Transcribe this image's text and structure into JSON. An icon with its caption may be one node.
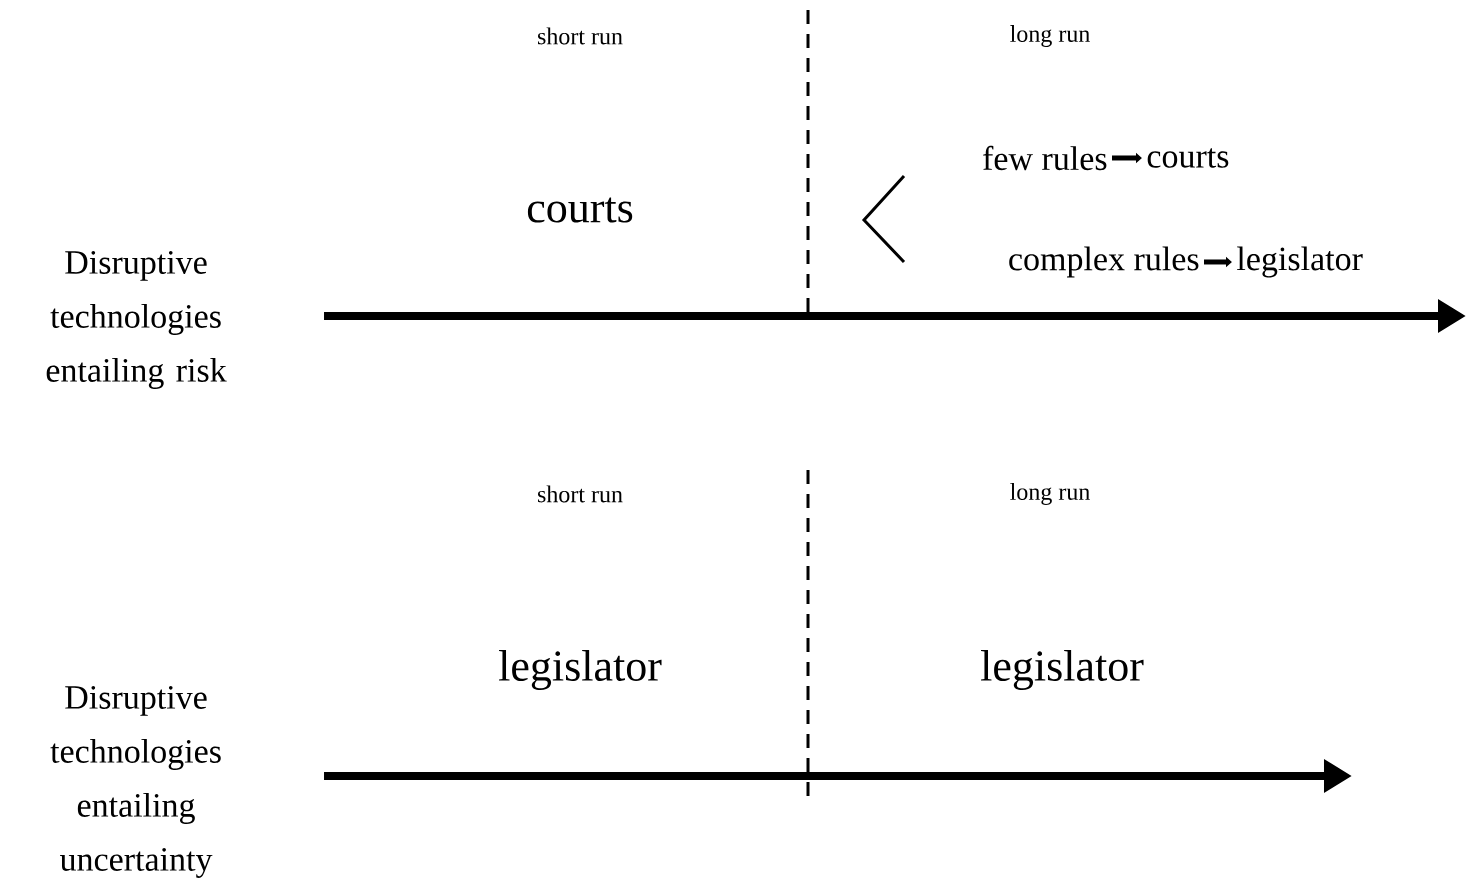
{
  "diagram": {
    "nodes": [
      {
        "text": [
          "few rules"
        ]
      },
      {
        "text": [
          "courts"
        ]
      },
      {
        "text": [
          "complex rules"
        ]
      },
      {
        "text": [
          "legislator"
        ]
      }
    ],
    "edges": [
      {
        "from": 0,
        "to": 1,
        "arrow": "to"
      },
      {
        "from": 2,
        "to": 3,
        "arrow": "to"
      }
    ],
    "labels": [
      "short run",
      "long run",
      "courts",
      "Disruptive technologies entailing risk",
      "short run",
      "long run",
      "legislator",
      "legislator",
      "Disruptive technologies entailing uncertainty"
    ]
  }
}
